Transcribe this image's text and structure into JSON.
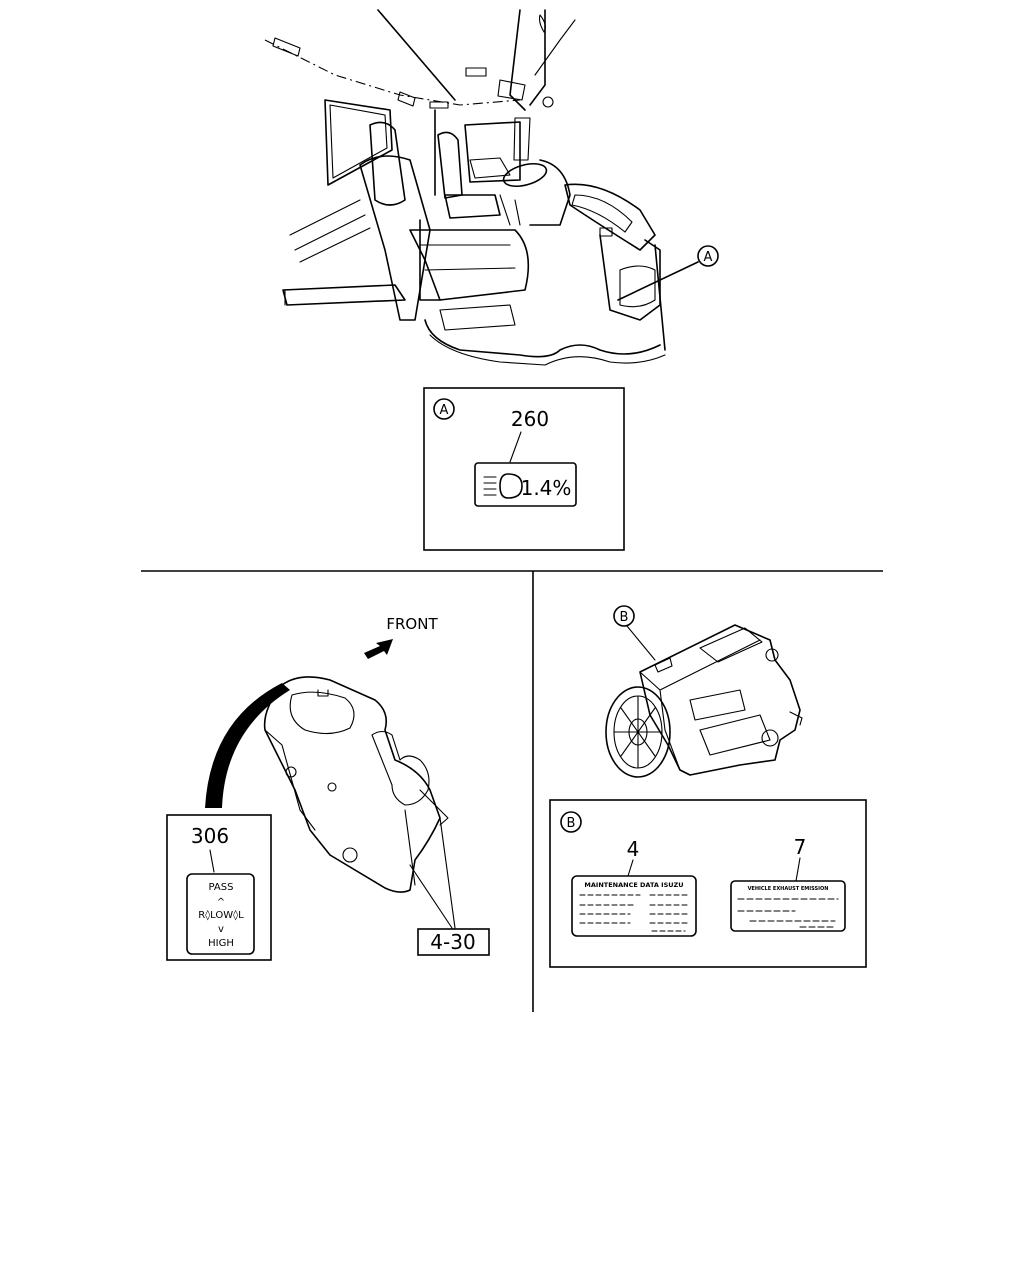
{
  "callouts": {
    "a_marker": "A",
    "b_marker": "B",
    "a_box_marker": "A",
    "b_box_marker": "B"
  },
  "detail_a": {
    "part_no": "260",
    "label_text": "1.4%"
  },
  "switch_detail": {
    "front_label": "FRONT",
    "part_no": "306",
    "label_lines": [
      "PASS",
      "^",
      "R◊LOW◊L",
      "v",
      "HIGH"
    ],
    "ref_no": "4-30"
  },
  "detail_b": {
    "part_no_left": "4",
    "part_no_right": "7",
    "left_plate_title": "MAINTENANCE DATA ISUZU",
    "right_plate_title": "VEHICLE EXHAUST EMISSION"
  }
}
